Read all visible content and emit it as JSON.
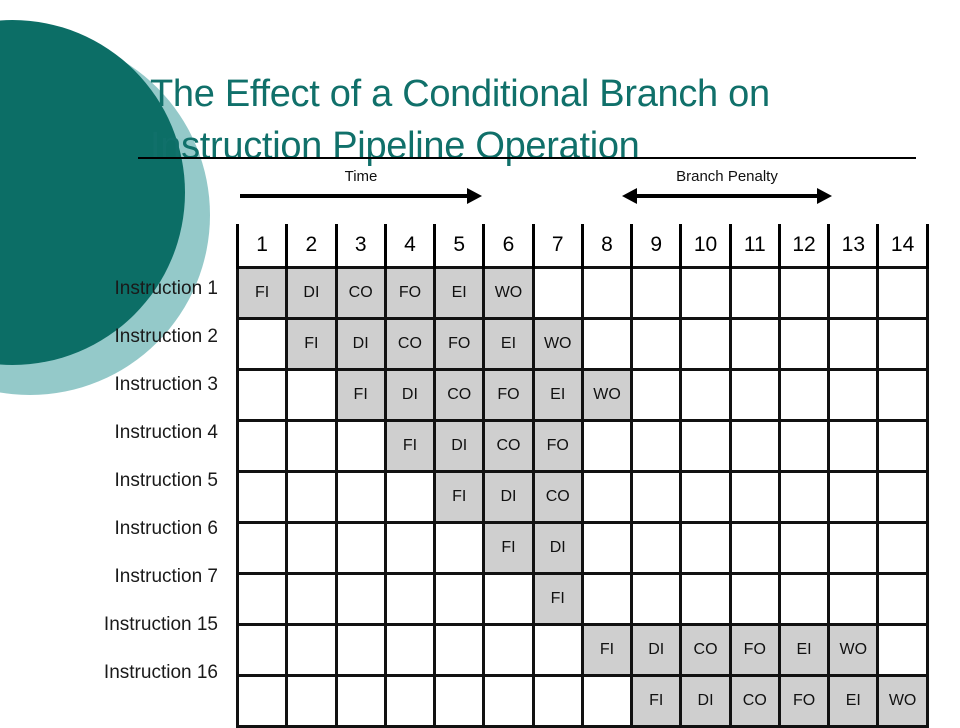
{
  "slide": {
    "title_lines": [
      "The Effect of a Conditional Branch on",
      "Instruction Pipeline Operation"
    ],
    "title_color": "#10706a",
    "decoration": {
      "dark_circle_color": "#0c6e66",
      "light_circle_color": "#94c9c9"
    }
  },
  "annotations": {
    "time_label": "Time",
    "branch_penalty_label": "Branch Penalty"
  },
  "chart_data": {
    "type": "table",
    "title": "The Effect of a Conditional Branch on Instruction Pipeline Operation",
    "xlabel": "Time",
    "ylabel": "",
    "columns": [
      "1",
      "2",
      "3",
      "4",
      "5",
      "6",
      "7",
      "8",
      "9",
      "10",
      "11",
      "12",
      "13",
      "14"
    ],
    "row_labels": [
      "Instruction 1",
      "Instruction 2",
      "Instruction 3",
      "Instruction 4",
      "Instruction 5",
      "Instruction 6",
      "Instruction 7",
      "Instruction 15",
      "Instruction 16"
    ],
    "stage_names": [
      "FI",
      "DI",
      "CO",
      "FO",
      "EI",
      "WO"
    ],
    "filled_cell_color": "#cfcfcf",
    "annotations": [
      {
        "label": "Time",
        "span_columns": [
          1,
          5
        ],
        "style": "single-headed-arrow-right"
      },
      {
        "label": "Branch Penalty",
        "span_columns": [
          9,
          13
        ],
        "style": "double-headed-arrow"
      }
    ],
    "rows": [
      [
        "FI",
        "DI",
        "CO",
        "FO",
        "EI",
        "WO",
        "",
        "",
        "",
        "",
        "",
        "",
        "",
        ""
      ],
      [
        "",
        "FI",
        "DI",
        "CO",
        "FO",
        "EI",
        "WO",
        "",
        "",
        "",
        "",
        "",
        "",
        ""
      ],
      [
        "",
        "",
        "FI",
        "DI",
        "CO",
        "FO",
        "EI",
        "WO",
        "",
        "",
        "",
        "",
        "",
        ""
      ],
      [
        "",
        "",
        "",
        "FI",
        "DI",
        "CO",
        "FO",
        "",
        "",
        "",
        "",
        "",
        "",
        ""
      ],
      [
        "",
        "",
        "",
        "",
        "FI",
        "DI",
        "CO",
        "",
        "",
        "",
        "",
        "",
        "",
        ""
      ],
      [
        "",
        "",
        "",
        "",
        "",
        "FI",
        "DI",
        "",
        "",
        "",
        "",
        "",
        "",
        ""
      ],
      [
        "",
        "",
        "",
        "",
        "",
        "",
        "FI",
        "",
        "",
        "",
        "",
        "",
        "",
        ""
      ],
      [
        "",
        "",
        "",
        "",
        "",
        "",
        "",
        "FI",
        "DI",
        "CO",
        "FO",
        "EI",
        "WO",
        ""
      ],
      [
        "",
        "",
        "",
        "",
        "",
        "",
        "",
        "",
        "FI",
        "DI",
        "CO",
        "FO",
        "EI",
        "WO"
      ]
    ]
  }
}
